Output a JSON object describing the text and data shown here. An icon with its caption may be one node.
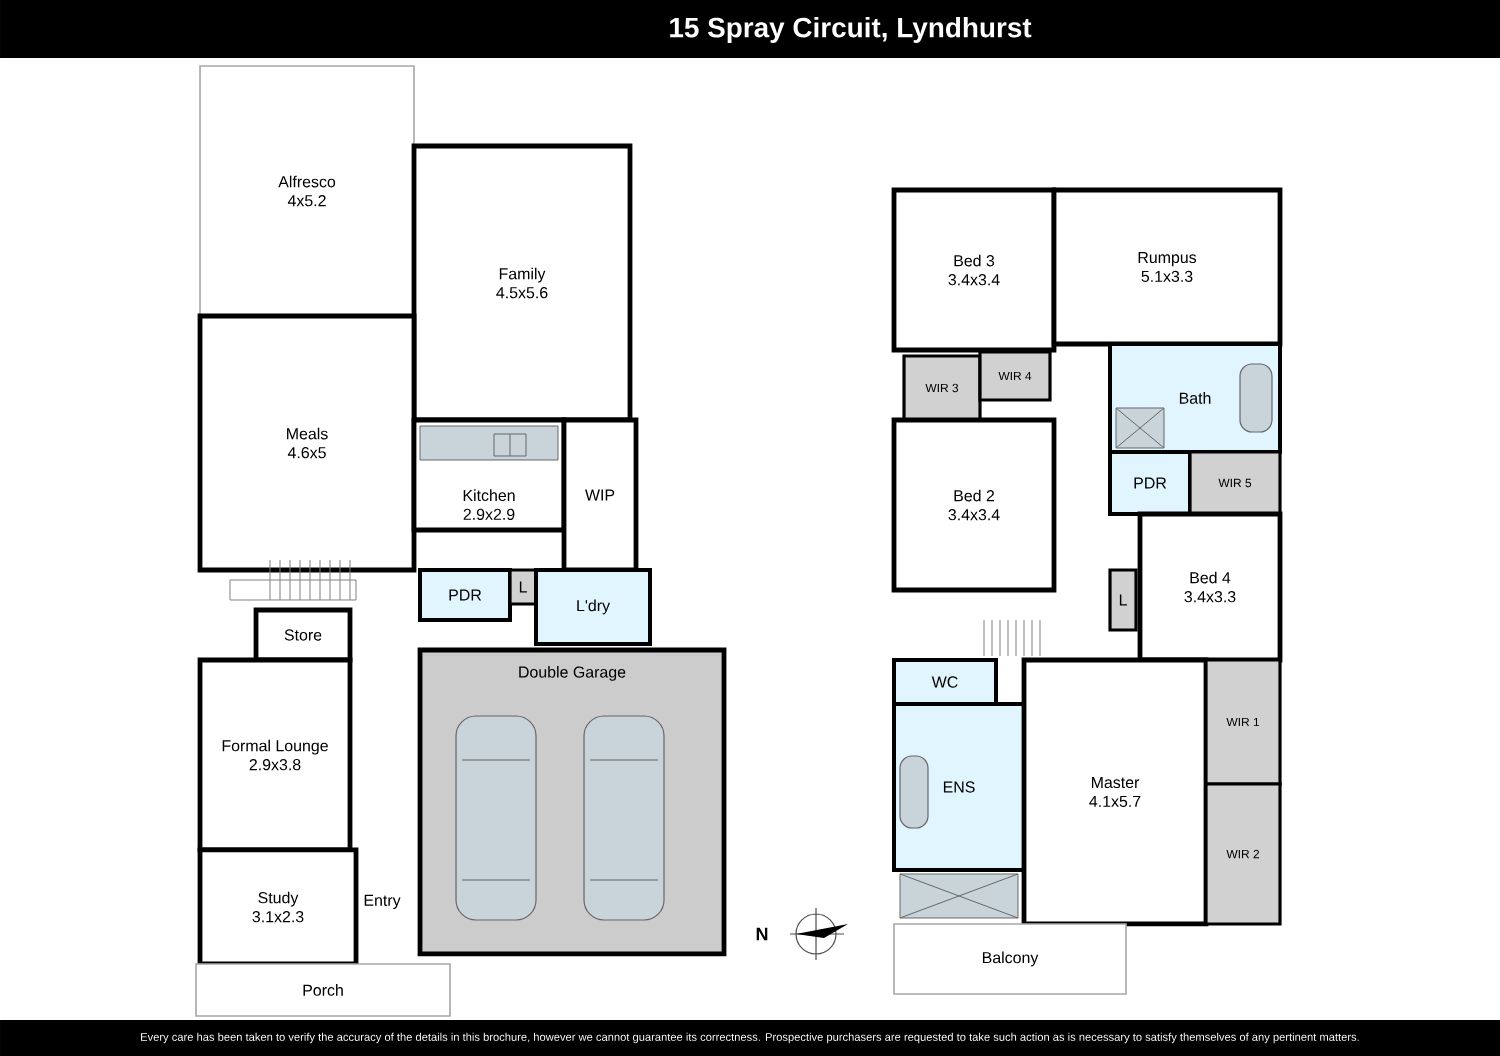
{
  "diagram": {
    "title": "15 Spray Circuit, Lyndhurst",
    "nodes": [
      {
        "text": [
          "Alfresco",
          "4x5.2"
        ]
      },
      {
        "text": [
          "Family",
          "4.5x5.6"
        ]
      },
      {
        "text": [
          "Meals",
          "4.6x5"
        ]
      },
      {
        "text": [
          "Kitchen",
          "2.9x2.9"
        ]
      },
      {
        "text": [
          "WIP"
        ]
      },
      {
        "text": [
          "PDR"
        ]
      },
      {
        "text": [
          "L"
        ]
      },
      {
        "text": [
          "L'dry"
        ]
      },
      {
        "text": [
          "Store"
        ]
      },
      {
        "text": [
          "Double Garage"
        ]
      },
      {
        "text": [
          "Formal Lounge",
          "2.9x3.8"
        ]
      },
      {
        "text": [
          "Study",
          "3.1x2.3"
        ]
      },
      {
        "text": [
          "Porch"
        ]
      },
      {
        "text": [
          "Bed 3",
          "3.4x3.4"
        ]
      },
      {
        "text": [
          "Rumpus",
          "5.1x3.3"
        ]
      },
      {
        "text": [
          "WIR 3"
        ]
      },
      {
        "text": [
          "WIR 4"
        ]
      },
      {
        "text": [
          "Bath"
        ]
      },
      {
        "text": [
          "Bed 2",
          "3.4x3.4"
        ]
      },
      {
        "text": [
          "PDR"
        ]
      },
      {
        "text": [
          "WIR 5"
        ]
      },
      {
        "text": [
          "L"
        ]
      },
      {
        "text": [
          "Bed 4",
          "3.4x3.3"
        ]
      },
      {
        "text": [
          "WC"
        ]
      },
      {
        "text": [
          "ENS"
        ]
      },
      {
        "text": [
          "Master",
          "4.1x5.7"
        ]
      },
      {
        "text": [
          "WIR 1"
        ]
      },
      {
        "text": [
          "WIR 2"
        ]
      },
      {
        "text": [
          "Balcony"
        ]
      }
    ],
    "labels": [
      "Entry",
      "N",
      "Every care has been taken to verify the accuracy of the details in this brochure, however we cannot guarantee its correctness. Prospective purchasers are requested to take such action as is necessary to satisfy themselves of any pertinent matters."
    ]
  }
}
